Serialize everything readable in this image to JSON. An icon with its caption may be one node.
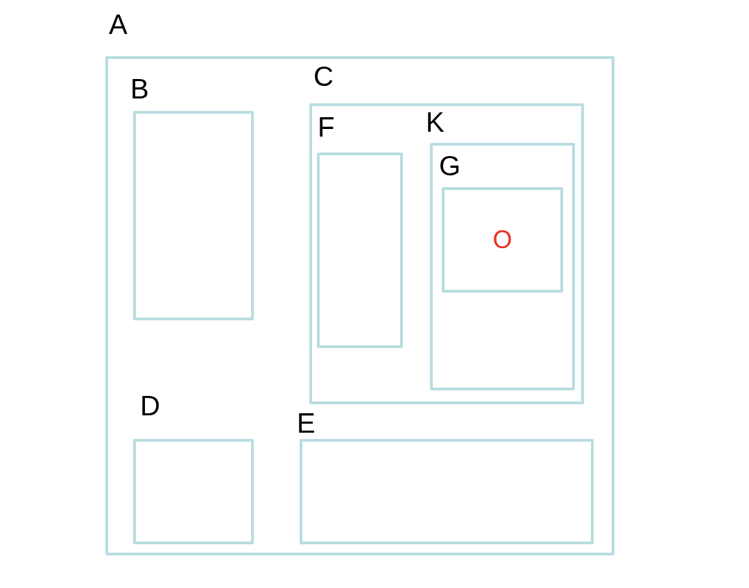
{
  "diagram": {
    "nodes": [
      {
        "text": [
          "A"
        ]
      },
      {
        "text": [
          "B"
        ],
        "in": 0
      },
      {
        "text": [
          "C"
        ],
        "in": 0
      },
      {
        "text": [
          "F"
        ],
        "in": 2
      },
      {
        "text": [
          "K"
        ],
        "in": 2
      },
      {
        "text": [
          "G",
          "O"
        ],
        "in": 4
      },
      {
        "text": [
          "D"
        ],
        "in": 0
      },
      {
        "text": [
          "E"
        ],
        "in": 0
      }
    ]
  }
}
